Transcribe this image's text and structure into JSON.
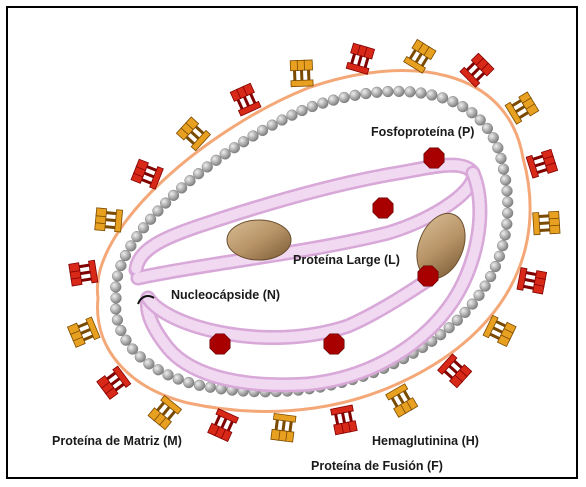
{
  "labels": {
    "fosfoproteina": "Fosfoproteína (P)",
    "proteina_large": "Proteína Large (L)",
    "nucleocapside": "Nucleocápside (N)",
    "proteina_matriz": "Proteína de Matriz (M)",
    "hemaglutinina": "Hemaglutinina (H)",
    "proteina_fusion": "Proteína de Fusión (F)"
  },
  "colors": {
    "envelope": "#f4a878",
    "matrix": "#9a9a9a",
    "nucleocapsid": "#e8c8e8",
    "large_protein": "#b89468",
    "phosphoprotein": "#a80000",
    "hemagglutinin": "#d82818",
    "fusion_protein": "#e8a020"
  },
  "icons": {
    "hemagglutinin": "red-spike-icon",
    "fusion": "orange-spike-icon",
    "phosphoprotein": "octagon-icon",
    "large_protein": "ellipse-icon"
  }
}
